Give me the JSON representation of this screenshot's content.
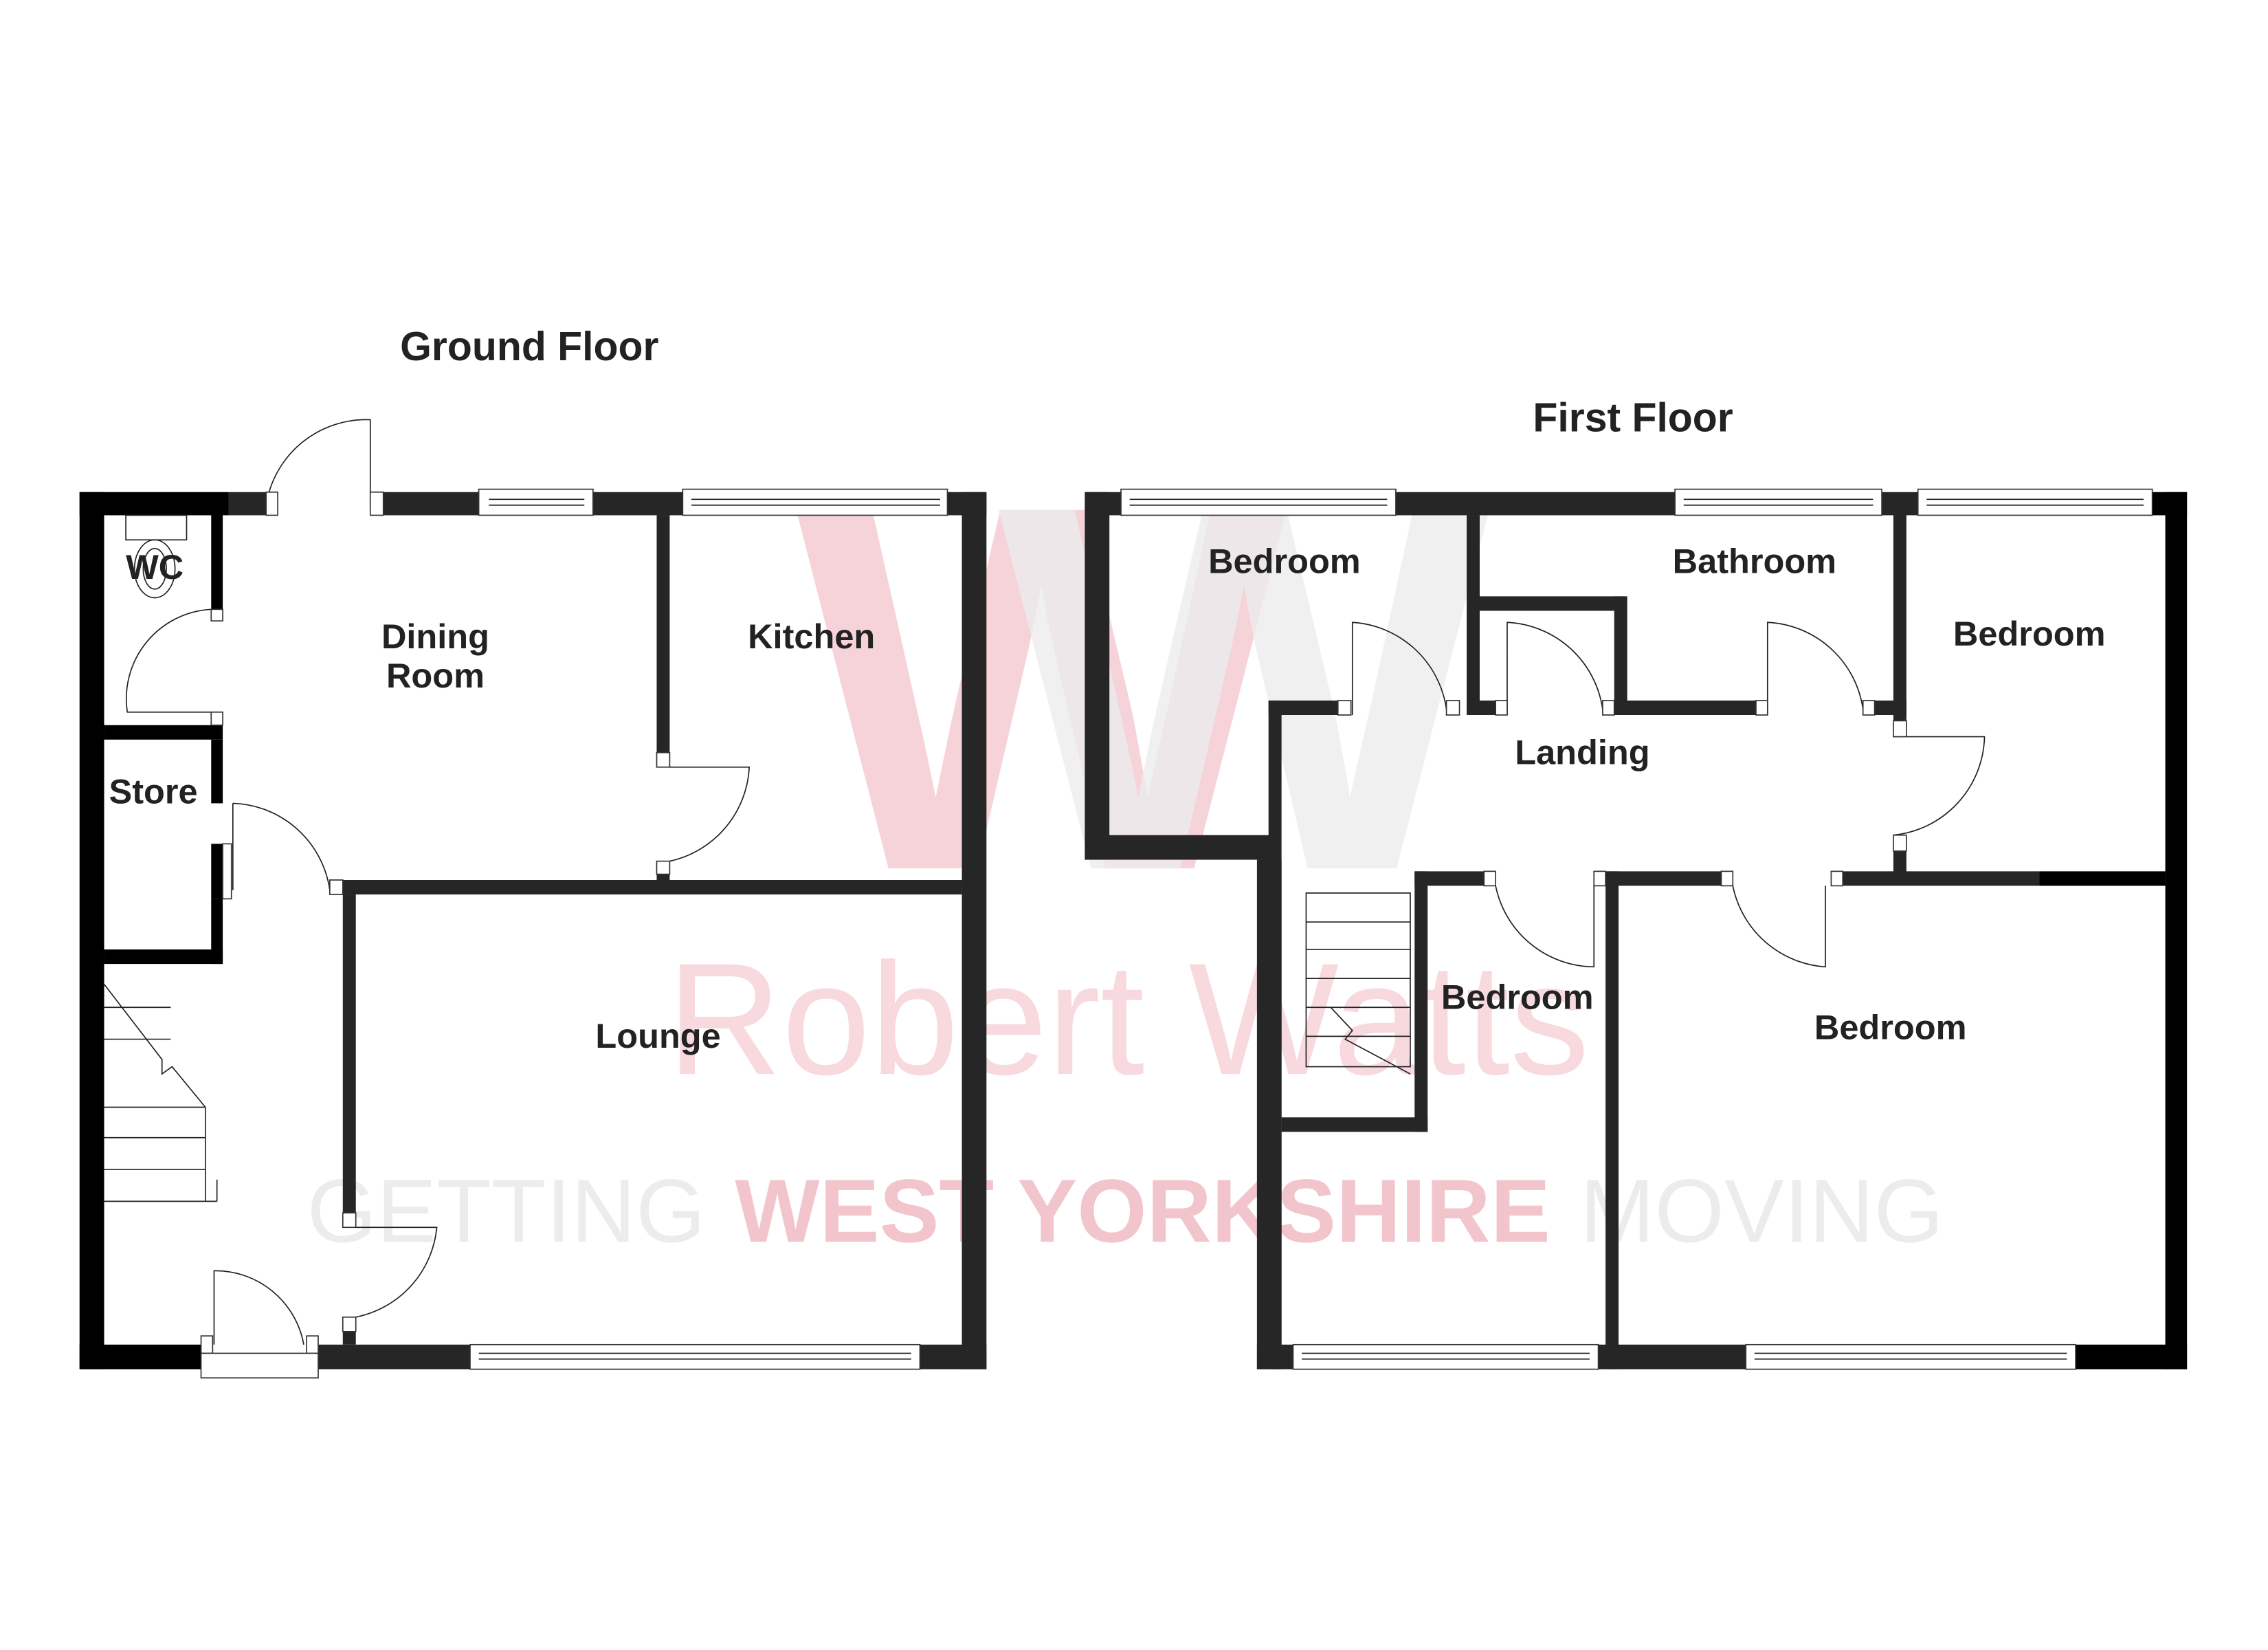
{
  "floors": [
    {
      "title": "Ground Floor",
      "rooms": [
        {
          "id": "wc",
          "label": "WC"
        },
        {
          "id": "dining",
          "label": "Dining\nRoom",
          "line1": "Dining",
          "line2": "Room"
        },
        {
          "id": "kitchen",
          "label": "Kitchen"
        },
        {
          "id": "store",
          "label": "Store"
        },
        {
          "id": "lounge",
          "label": "Lounge"
        }
      ]
    },
    {
      "title": "First Floor",
      "rooms": [
        {
          "id": "bedroom-1",
          "label": "Bedroom"
        },
        {
          "id": "bathroom",
          "label": "Bathroom"
        },
        {
          "id": "bedroom-2",
          "label": "Bedroom"
        },
        {
          "id": "landing",
          "label": "Landing"
        },
        {
          "id": "bedroom-3",
          "label": "Bedroom"
        },
        {
          "id": "bedroom-4",
          "label": "Bedroom"
        }
      ]
    }
  ],
  "watermark": {
    "logo_letter": "W",
    "name": "Robert Watts",
    "tagline_part1": "GETTING",
    "tagline_part2": "WEST YORKSHIRE",
    "tagline_part3": "MOVING",
    "colors": {
      "pink": "#f2c4cc",
      "grey": "#eeeeee",
      "wall": "#262626"
    }
  }
}
